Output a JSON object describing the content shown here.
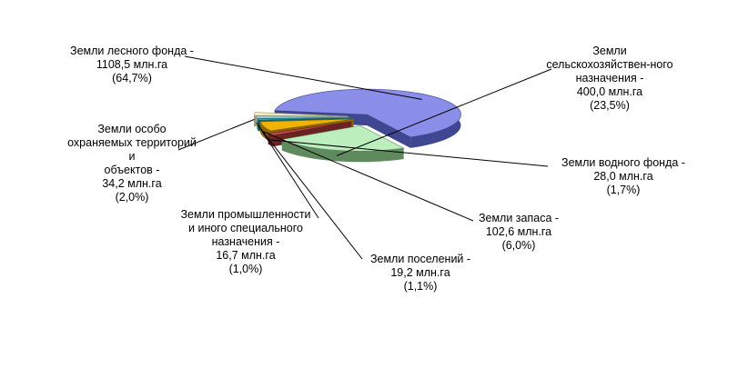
{
  "chart_data": {
    "type": "pie",
    "title": "",
    "series": [
      {
        "slices": [
          {
            "key": "forest",
            "lines": [
              "Земли лесного фонда -",
              "1108,5 млн.га",
              "(64,7%)"
            ],
            "value": 1108.5,
            "percent": 64.7,
            "color": "#8a8ee8",
            "side": "#3f4790"
          },
          {
            "key": "agri",
            "lines": [
              "Земли",
              "сельскохозяйствен-ного",
              "назначения -",
              "400,0 млн.га",
              "(23,5%)"
            ],
            "value": 400.0,
            "percent": 23.5,
            "color": "#bdeebd",
            "side": "#5e8a5e"
          },
          {
            "key": "water",
            "lines": [
              "Земли водного фонда -",
              "28,0 млн.га",
              "(1,7%)"
            ],
            "value": 28.0,
            "percent": 1.7,
            "color": "#b84a4a",
            "side": "#6b2222"
          },
          {
            "key": "reserve",
            "lines": [
              "Земли запаса -",
              "102,6 млн.га",
              "(6,0%)"
            ],
            "value": 102.6,
            "percent": 6.0,
            "color": "#f2b300",
            "side": "#8a6400"
          },
          {
            "key": "settle",
            "lines": [
              "Земли поселений -",
              "19,2 млн.га",
              "(1,1%)"
            ],
            "value": 19.2,
            "percent": 1.1,
            "color": "#2aa8b0",
            "side": "#146066"
          },
          {
            "key": "industry",
            "lines": [
              "Земли промышленности",
              "и иного специального",
              "назначения -",
              "16,7 млн.га",
              "(1,0%)"
            ],
            "value": 16.7,
            "percent": 1.0,
            "color": "#d6eef8",
            "side": "#7aa0b0"
          },
          {
            "key": "protected",
            "lines": [
              "Земли  особо",
              "охраняемых территорий",
              "и",
              "объектов -",
              "34,2 млн.га",
              "(2,0%)"
            ],
            "value": 34.2,
            "percent": 2.0,
            "color": "#f2edc4",
            "side": "#a09a70"
          }
        ]
      }
    ]
  }
}
